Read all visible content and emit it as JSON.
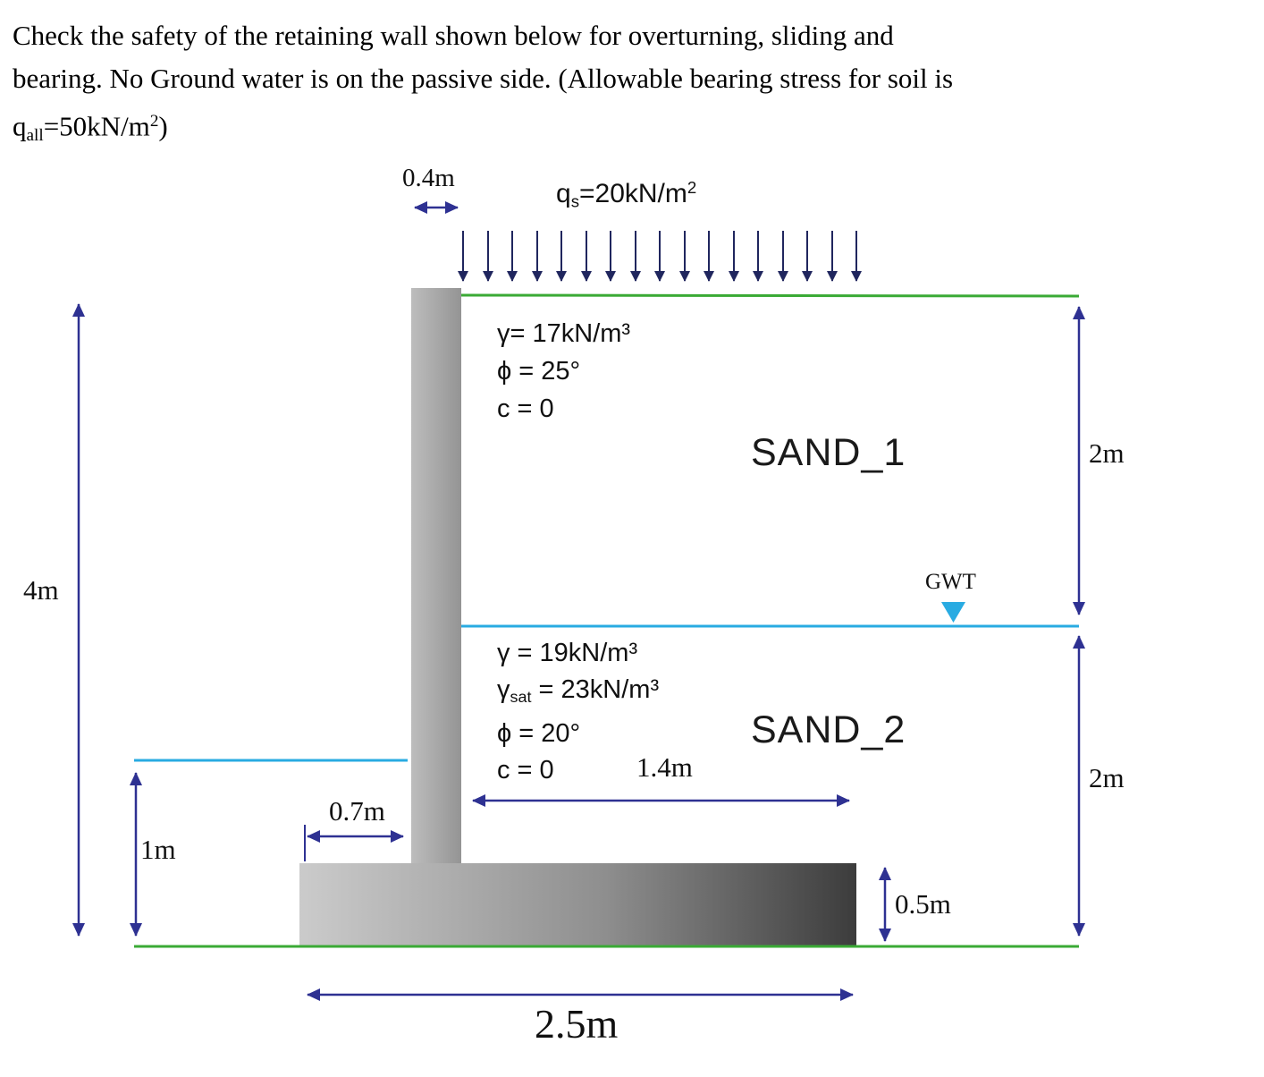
{
  "problem": {
    "line1": "Check the safety of the retaining wall shown below for overturning, sliding and",
    "line2": "bearing. No Ground water is on the passive side. (Allowable bearing stress for soil is",
    "qall_pre": "q",
    "qall_sub": "all",
    "qall_mid": "=50kN/m",
    "qall_sup": "2",
    "qall_post": ")"
  },
  "surcharge_label": {
    "pre": "q",
    "sub": "s",
    "mid": "=20kN/m",
    "sup": "2"
  },
  "soil1": {
    "name": "SAND_1",
    "unit_weight": "γ= 17kN/m³",
    "friction_angle": "ϕ = 25°",
    "cohesion": "c = 0"
  },
  "soil2": {
    "name": "SAND_2",
    "unit_weight": "γ = 19kN/m³",
    "sat_pre": "γ",
    "sat_sub": "sat",
    "sat_post": " = 23kN/m³",
    "friction_angle": "ϕ = 20°",
    "cohesion": "c = 0"
  },
  "labels": {
    "gwt": "GWT",
    "stem_width": "0.4m",
    "total_height": "4m",
    "sand1_thickness": "2m",
    "sand2_thickness": "2m",
    "heel_length": "1.4m",
    "toe_length": "0.7m",
    "passive_height": "1m",
    "footing_thickness": "0.5m",
    "footing_width": "2.5m"
  },
  "colors": {
    "dimension_blue": "#2e3192",
    "ground_green": "#3aaa35",
    "water_cyan": "#29abe2",
    "surcharge_dark": "#20265e"
  }
}
